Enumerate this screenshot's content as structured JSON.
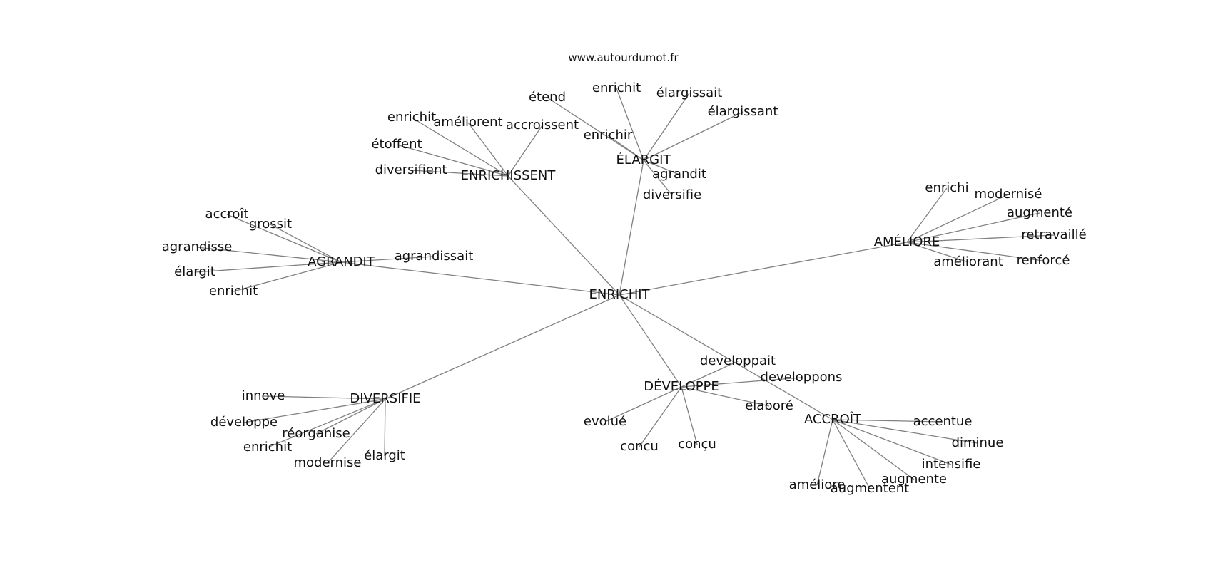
{
  "source": "www.autourdumot.fr",
  "center": "ENRICHIT",
  "clusters": [
    {
      "hub": "ÉLARGIT",
      "leaves": [
        "étend",
        "enrichit",
        "élargissait",
        "élargissant",
        "enrichir",
        "agrandit",
        "diversifie"
      ]
    },
    {
      "hub": "ENRICHISSENT",
      "leaves": [
        "enrichit",
        "améliorent",
        "accroissent",
        "étoffent",
        "diversifient"
      ]
    },
    {
      "hub": "AGRANDIT",
      "leaves": [
        "accroît",
        "grossit",
        "agrandisse",
        "élargit",
        "enrichit",
        "agrandissait"
      ]
    },
    {
      "hub": "AMÉLIORE",
      "leaves": [
        "enrichi",
        "modernisé",
        "augmenté",
        "retravaillé",
        "renforcé",
        "améliorant"
      ]
    },
    {
      "hub": "DIVERSIFIE",
      "leaves": [
        "innove",
        "développe",
        "réorganise",
        "enrichit",
        "modernise",
        "élargit"
      ]
    },
    {
      "hub": "DÉVELOPPE",
      "leaves": [
        "developpait",
        "developpons",
        "elaboré",
        "evolué",
        "concu",
        "conçu"
      ]
    },
    {
      "hub": "ACCROÎT",
      "leaves": [
        "accentue",
        "diminue",
        "intensifie",
        "augmente",
        "augmentent",
        "améliore"
      ]
    }
  ]
}
